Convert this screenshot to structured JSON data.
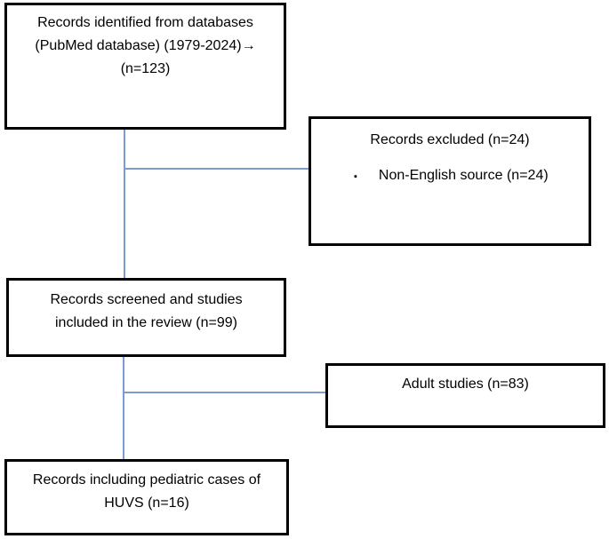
{
  "diagram": {
    "type": "prisma-flowchart",
    "colors": {
      "connector": "#7a9cd1",
      "box_border": "#000000",
      "text": "#000000",
      "background": "#ffffff"
    },
    "boxes": {
      "identified": {
        "lines": [
          "Records identified from databases",
          "(PubMed database) (1979-2024)→",
          "(n=123)"
        ]
      },
      "excluded": {
        "title": "Records excluded (n=24)",
        "bullet_glyph": "▪",
        "bullet_text": "Non-English source (n=24)"
      },
      "screened": {
        "lines": [
          "Records screened and studies",
          "included in the review (n=99)"
        ]
      },
      "adult": {
        "label": "Adult studies (n=83)"
      },
      "pediatric": {
        "lines": [
          "Records including pediatric cases of",
          "HUVS (n=16)"
        ]
      }
    }
  }
}
